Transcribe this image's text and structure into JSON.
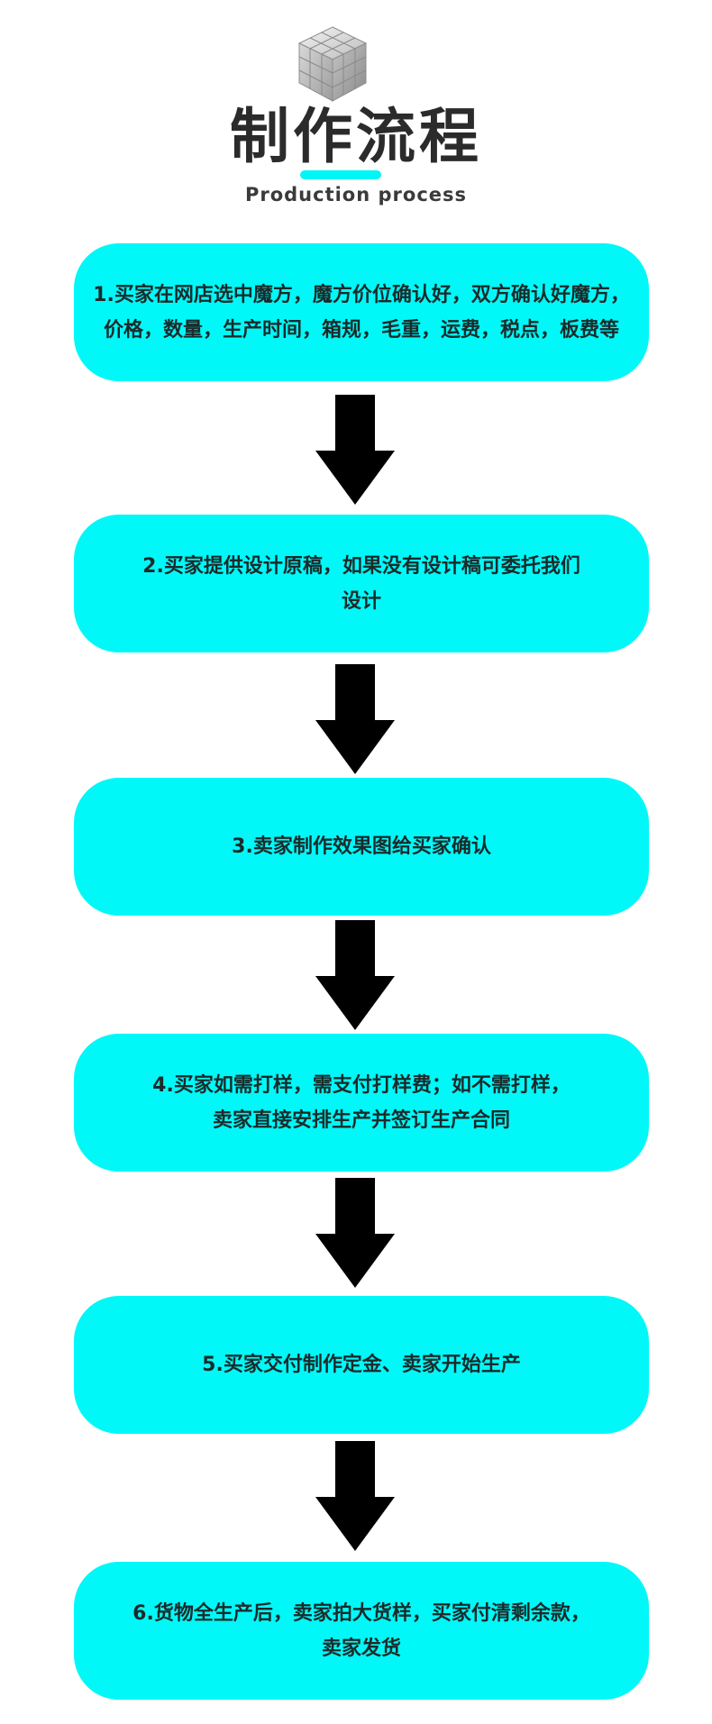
{
  "header": {
    "title": "制作流程",
    "subtitle": "Production process",
    "icon": "rubiks-cube-icon",
    "accent_color": "#00f6f6"
  },
  "steps": [
    {
      "text": "1.买家在网店选中魔方，魔方价位确认好，双方确认好魔方，\n价格，数量，生产时间，箱规，毛重，运费，税点，板费等"
    },
    {
      "text": "2.买家提供设计原稿，如果没有设计稿可委托我们\n设计"
    },
    {
      "text": "3.卖家制作效果图给买家确认"
    },
    {
      "text": "4.买家如需打样，需支付打样费；如不需打样，\n卖家直接安排生产并签订生产合同"
    },
    {
      "text": "5.买家交付制作定金、卖家开始生产"
    },
    {
      "text": "6.货物全生产后，卖家拍大货样，买家付清剩余款，\n卖家发货"
    }
  ],
  "colors": {
    "step_background": "#00f8f8",
    "arrow": "#000000"
  }
}
